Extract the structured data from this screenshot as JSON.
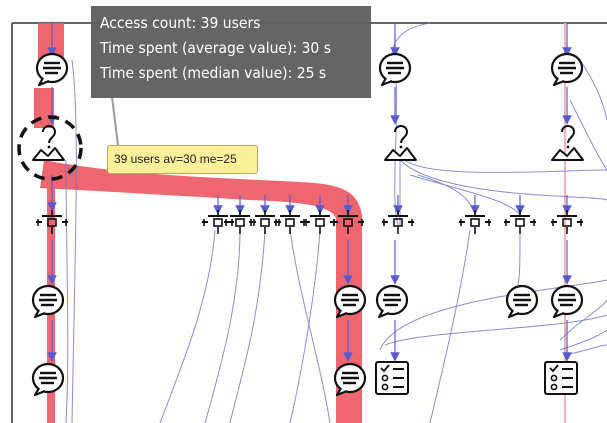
{
  "tooltip": {
    "lines": [
      "Access count: 39 users",
      "Time spent (average value): 30 s",
      "Time spent (median value): 25 s"
    ]
  },
  "node_label": "39 users av=30 me=25",
  "colors": {
    "highlight_path": "#ee5a64",
    "edge": "#6a6acb",
    "frame": "#333333",
    "tooltip_bg": "#5f5f5f",
    "label_bg": "#fbf09a"
  },
  "icons": {
    "comment": "speech-bubble-icon",
    "question": "question-hanger-icon",
    "quiz": "checklist-icon",
    "connector": "merge-node-icon"
  }
}
